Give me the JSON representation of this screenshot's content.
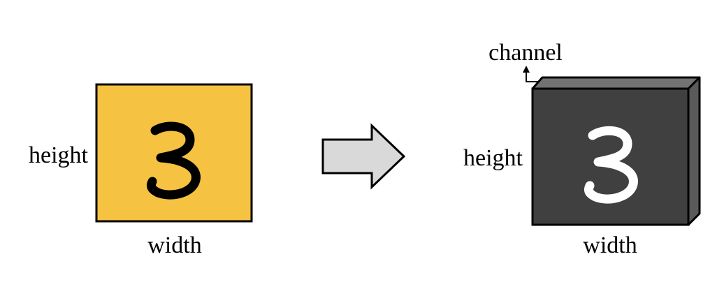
{
  "input_image": {
    "digit_glyph": "3",
    "height_label": "height",
    "width_label": "width",
    "fill_color": "#F5C242",
    "stroke_color": "#000000"
  },
  "arrow": {
    "fill_color": "#D9D9D9",
    "icon": "right-arrow-icon"
  },
  "tensor": {
    "digit_glyph": "3",
    "height_label": "height",
    "width_label": "width",
    "channel_label": "channel",
    "front_color": "#404040",
    "top_color": "#737373",
    "side_color": "#5A5A5A",
    "digit_color": "#FFFFFF"
  }
}
